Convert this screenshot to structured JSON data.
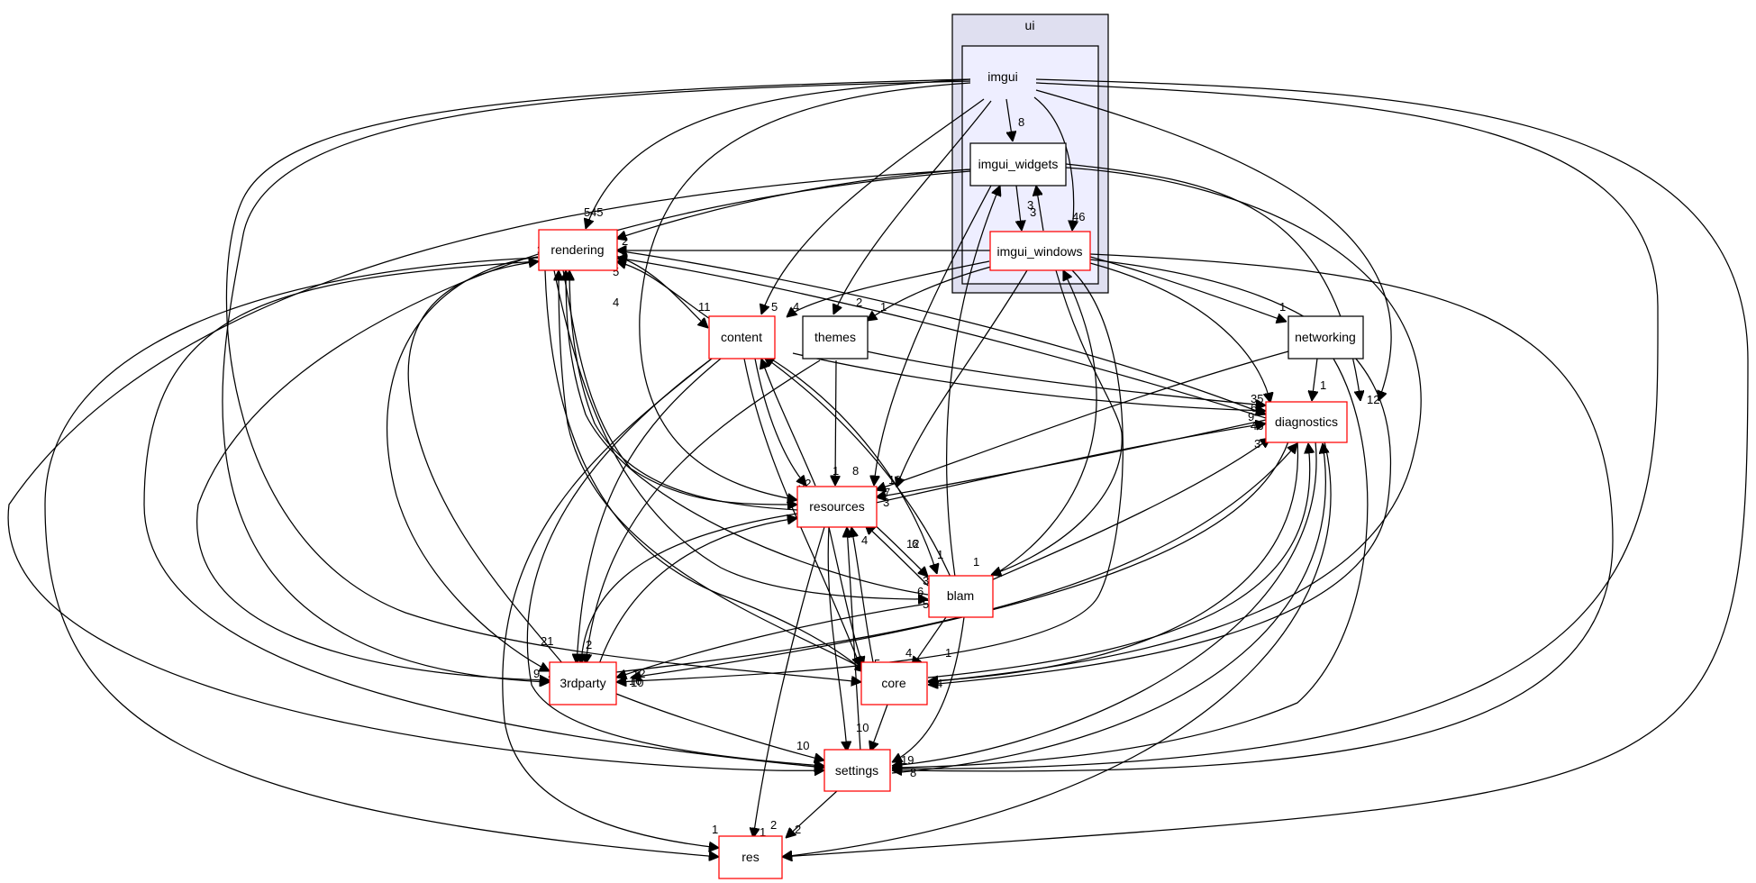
{
  "clusters": {
    "outer_label": "ui",
    "inner_label": "imgui"
  },
  "nodes": {
    "imgui_widgets": "imgui_widgets",
    "imgui_windows": "imgui_windows",
    "rendering": "rendering",
    "content": "content",
    "themes": "themes",
    "networking": "networking",
    "diagnostics": "diagnostics",
    "resources": "resources",
    "blam": "blam",
    "3rdparty": "3rdparty",
    "core": "core",
    "settings": "settings",
    "res": "res"
  },
  "node_colors": {
    "red_border": "#ff0000",
    "black_border": "#000000",
    "cluster_outer_fill": "#dfdff0",
    "cluster_inner_fill": "#eeeeff"
  },
  "edge_labels": [
    "8",
    "46",
    "5",
    "4",
    "3",
    "45",
    "2",
    "9",
    "5",
    "3",
    "5",
    "11",
    "4",
    "2",
    "1",
    "1",
    "3",
    "12",
    "35",
    "6",
    "9",
    "46",
    "3",
    "1",
    "32",
    "4",
    "1",
    "8",
    "19",
    "7",
    "3",
    "6",
    "12",
    "1",
    "3",
    "6",
    "5",
    "1",
    "4",
    "4",
    "5",
    "1",
    "10",
    "12",
    "10",
    "2",
    "8",
    "19",
    "21",
    "9",
    "2",
    "10",
    "10",
    "1",
    "1",
    "2",
    "2",
    "1",
    "4"
  ]
}
